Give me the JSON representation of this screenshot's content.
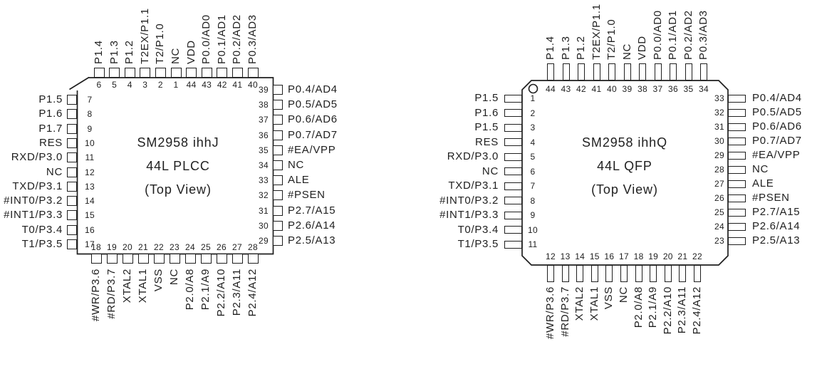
{
  "style": {
    "ink": "#1f1f1f",
    "paper": "#ffffff"
  },
  "chips": [
    {
      "name": "SM2958 ihhJ",
      "package": "44L PLCC",
      "view": "(Top View)",
      "pins": {
        "top": [
          {
            "num": "6",
            "label": "P1.4"
          },
          {
            "num": "5",
            "label": "P1.3"
          },
          {
            "num": "4",
            "label": "P1.2"
          },
          {
            "num": "3",
            "label": "T2EX/P1.1"
          },
          {
            "num": "2",
            "label": "T2/P1.0"
          },
          {
            "num": "1",
            "label": "NC"
          },
          {
            "num": "44",
            "label": "VDD"
          },
          {
            "num": "43",
            "label": "P0.0/AD0"
          },
          {
            "num": "42",
            "label": "P0.1/AD1"
          },
          {
            "num": "41",
            "label": "P0.2/AD2"
          },
          {
            "num": "40",
            "label": "P0.3/AD3"
          }
        ],
        "left": [
          {
            "num": "7",
            "label": "P1.5"
          },
          {
            "num": "8",
            "label": "P1.6"
          },
          {
            "num": "9",
            "label": "P1.7"
          },
          {
            "num": "10",
            "label": "RES"
          },
          {
            "num": "11",
            "label": "RXD/P3.0"
          },
          {
            "num": "12",
            "label": "NC"
          },
          {
            "num": "13",
            "label": "TXD/P3.1"
          },
          {
            "num": "14",
            "label": "#INT0/P3.2"
          },
          {
            "num": "15",
            "label": "#INT1/P3.3"
          },
          {
            "num": "16",
            "label": "T0/P3.4"
          },
          {
            "num": "17",
            "label": "T1/P3.5"
          }
        ],
        "right": [
          {
            "num": "39",
            "label": "P0.4/AD4"
          },
          {
            "num": "38",
            "label": "P0.5/AD5"
          },
          {
            "num": "37",
            "label": "P0.6/AD6"
          },
          {
            "num": "36",
            "label": "P0.7/AD7"
          },
          {
            "num": "35",
            "label": "#EA/VPP"
          },
          {
            "num": "34",
            "label": "NC"
          },
          {
            "num": "33",
            "label": "ALE"
          },
          {
            "num": "32",
            "label": "#PSEN"
          },
          {
            "num": "31",
            "label": "P2.7/A15"
          },
          {
            "num": "30",
            "label": "P2.6/A14"
          },
          {
            "num": "29",
            "label": "P2.5/A13"
          }
        ],
        "bottom": [
          {
            "num": "18",
            "label": "#WR/P3.6"
          },
          {
            "num": "19",
            "label": "#RD/P3.7"
          },
          {
            "num": "20",
            "label": "XTAL2"
          },
          {
            "num": "21",
            "label": "XTAL1"
          },
          {
            "num": "22",
            "label": "VSS"
          },
          {
            "num": "23",
            "label": "NC"
          },
          {
            "num": "24",
            "label": "P2.0/A8"
          },
          {
            "num": "25",
            "label": "P2.1/A9"
          },
          {
            "num": "26",
            "label": "P2.2/A10"
          },
          {
            "num": "27",
            "label": "P2.3/A11"
          },
          {
            "num": "28",
            "label": "P2.4/A12"
          }
        ]
      }
    },
    {
      "name": "SM2958 ihhQ",
      "package": "44L QFP",
      "view": "(Top View)",
      "pins": {
        "top": [
          {
            "num": "44",
            "label": "P1.4"
          },
          {
            "num": "43",
            "label": "P1.3"
          },
          {
            "num": "42",
            "label": "P1.2"
          },
          {
            "num": "41",
            "label": "T2EX/P1.1"
          },
          {
            "num": "40",
            "label": "T2/P1.0"
          },
          {
            "num": "39",
            "label": "NC"
          },
          {
            "num": "38",
            "label": "VDD"
          },
          {
            "num": "37",
            "label": "P0.0/AD0"
          },
          {
            "num": "36",
            "label": "P0.1/AD1"
          },
          {
            "num": "35",
            "label": "P0.2/AD2"
          },
          {
            "num": "34",
            "label": "P0.3/AD3"
          }
        ],
        "left": [
          {
            "num": "1",
            "label": "P1.5"
          },
          {
            "num": "2",
            "label": "P1.6"
          },
          {
            "num": "3",
            "label": "P1.5"
          },
          {
            "num": "4",
            "label": "RES"
          },
          {
            "num": "5",
            "label": "RXD/P3.0"
          },
          {
            "num": "6",
            "label": "NC"
          },
          {
            "num": "7",
            "label": "TXD/P3.1"
          },
          {
            "num": "8",
            "label": "#INT0/P3.2"
          },
          {
            "num": "9",
            "label": "#INT1/P3.3"
          },
          {
            "num": "10",
            "label": "T0/P3.4"
          },
          {
            "num": "11",
            "label": "T1/P3.5"
          }
        ],
        "right": [
          {
            "num": "33",
            "label": "P0.4/AD4"
          },
          {
            "num": "32",
            "label": "P0.5/AD5"
          },
          {
            "num": "31",
            "label": "P0.6/AD6"
          },
          {
            "num": "30",
            "label": "P0.7/AD7"
          },
          {
            "num": "29",
            "label": "#EA/VPP"
          },
          {
            "num": "28",
            "label": "NC"
          },
          {
            "num": "27",
            "label": "ALE"
          },
          {
            "num": "26",
            "label": "#PSEN"
          },
          {
            "num": "25",
            "label": "P2.7/A15"
          },
          {
            "num": "24",
            "label": "P2.6/A14"
          },
          {
            "num": "23",
            "label": "P2.5/A13"
          }
        ],
        "bottom": [
          {
            "num": "12",
            "label": "#WR/P3.6"
          },
          {
            "num": "13",
            "label": "#RD/P3.7"
          },
          {
            "num": "14",
            "label": "XTAL2"
          },
          {
            "num": "15",
            "label": "XTAL1"
          },
          {
            "num": "16",
            "label": "VSS"
          },
          {
            "num": "17",
            "label": "NC"
          },
          {
            "num": "18",
            "label": "P2.0/A8"
          },
          {
            "num": "19",
            "label": "P2.1/A9"
          },
          {
            "num": "20",
            "label": "P2.2/A10"
          },
          {
            "num": "21",
            "label": "P2.3/A11"
          },
          {
            "num": "22",
            "label": "P2.4/A12"
          }
        ]
      }
    }
  ]
}
